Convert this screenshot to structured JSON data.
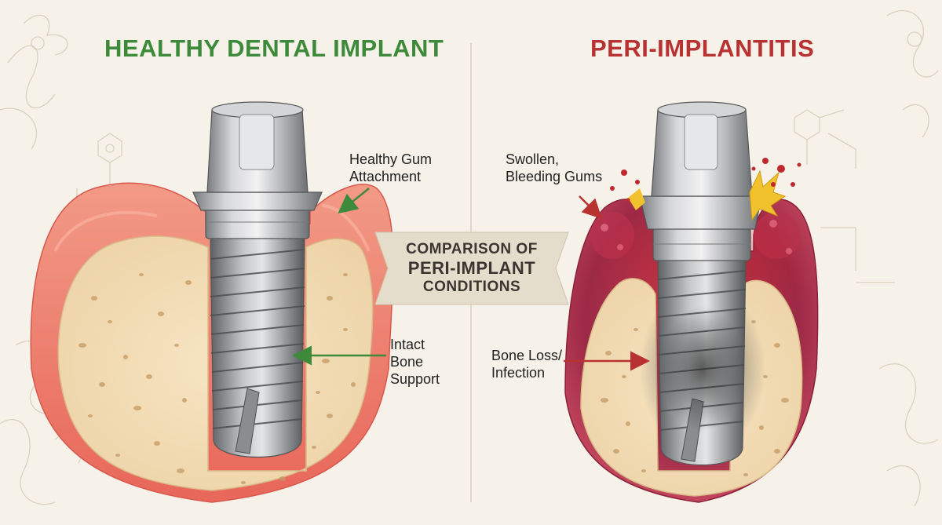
{
  "titles": {
    "healthy": "HEALTHY DENTAL IMPLANT",
    "disease": "PERI-IMPLANTITIS"
  },
  "center_banner": {
    "line1": "COMPARISON OF",
    "line2": "PERI-IMPLANT",
    "line3": "CONDITIONS"
  },
  "callouts": {
    "healthy_gum": [
      "Healthy Gum",
      "Attachment"
    ],
    "intact_bone": [
      "Intact",
      "Bone",
      "Support"
    ],
    "swollen_gums": [
      "Swollen,",
      "Bleeding Gums"
    ],
    "bone_loss": [
      "Bone Loss/",
      "Infection"
    ]
  },
  "colors": {
    "healthy_accent": "#3d8a3a",
    "disease_accent": "#b83232",
    "healthy_gum": "#f08a7a",
    "inflamed_gum": "#a8304a",
    "bone": "#f3dcb4",
    "metal": "#b9babc",
    "background": "#f6f2ea"
  }
}
